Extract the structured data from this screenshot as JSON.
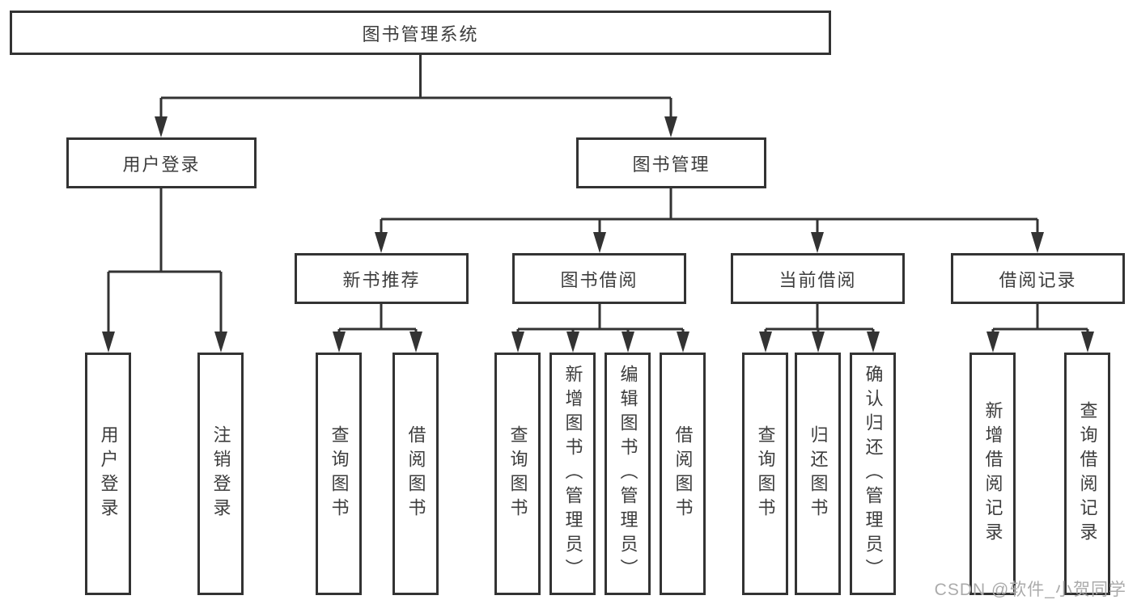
{
  "diagram": {
    "title": "图书管理系统",
    "type": "hierarchy-flowchart",
    "colors": {
      "line": "#333333",
      "box_border": "#333333",
      "box_fill": "#ffffff",
      "text": "#3d3d3d",
      "watermark": "#ababab",
      "background": "#ffffff"
    },
    "tree": {
      "root": {
        "label": "图书管理系统",
        "children": [
          {
            "label": "用户登录",
            "children": [
              {
                "label": "用户登录"
              },
              {
                "label": "注销登录"
              }
            ]
          },
          {
            "label": "图书管理",
            "children": [
              {
                "label": "新书推荐",
                "children": [
                  {
                    "label": "查询图书"
                  },
                  {
                    "label": "借阅图书"
                  }
                ]
              },
              {
                "label": "图书借阅",
                "children": [
                  {
                    "label": "查询图书"
                  },
                  {
                    "label": "新增图书（管理员）"
                  },
                  {
                    "label": "编辑图书（管理员）"
                  },
                  {
                    "label": "借阅图书"
                  }
                ]
              },
              {
                "label": "当前借阅",
                "children": [
                  {
                    "label": "查询图书"
                  },
                  {
                    "label": "归还图书"
                  },
                  {
                    "label": "确认归还（管理员）"
                  }
                ]
              },
              {
                "label": "借阅记录",
                "children": [
                  {
                    "label": "新增借阅记录"
                  },
                  {
                    "label": "查询借阅记录"
                  }
                ]
              }
            ]
          }
        ]
      }
    },
    "watermark": {
      "text": "CSDN @软件_小贺同学"
    }
  }
}
